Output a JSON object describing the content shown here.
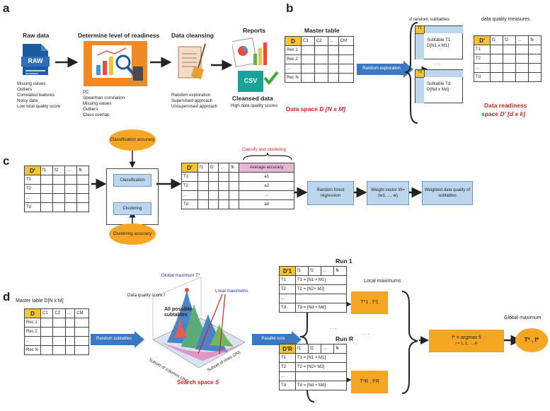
{
  "panels": {
    "a": "a",
    "b": "b",
    "c": "c",
    "d": "d"
  },
  "a": {
    "raw_title": "Raw data",
    "raw_icon_text": "RAW",
    "raw_items": [
      "Missing values",
      "Outliers",
      "Correlated features",
      "Noisy data",
      "Low total quality score"
    ],
    "readiness_title": "Determine level of readiness",
    "readiness_items": [
      "PC",
      "Spearman correlation",
      "Missing values",
      "Outliers",
      "Class overlap"
    ],
    "cleansing_title": "Data cleansing",
    "cleansing_items": [
      "Random exploration",
      "Supervised approach",
      "Unsupervised approach"
    ],
    "reports_title": "Reports",
    "csv_text": "CSV",
    "cleansed_title": "Cleansed data",
    "cleansed_sub": "High data quality scores"
  },
  "b": {
    "master_title": "Master table",
    "master_header": [
      "D",
      "C1",
      "C2",
      "...",
      "CM"
    ],
    "master_rows": [
      "Rec 1",
      "Rec 2",
      "...",
      "Rec N"
    ],
    "dataspace_label": "Data space",
    "dataspace_expr": "D [N x M]",
    "random_exploration": "Random exploration",
    "subtables_title_italic": "d",
    "subtables_title": "random subtables",
    "sub1_tag": "T1",
    "sub1_text": "Subtable T1",
    "sub1_dim": "D[N1 x M1]",
    "subd_tag": "Td",
    "subd_text": "Subtable Td",
    "subd_dim": "D[Nd x Md]",
    "dots": ". . .",
    "quality_title": "data quality measures",
    "quality_header": [
      "D'",
      "f1",
      "f2",
      "...",
      "fk"
    ],
    "quality_rows": [
      "T1",
      "T2",
      "...",
      "Td"
    ],
    "readiness_label1": "Data readiness",
    "readiness_label2": "space",
    "readiness_expr": "D' [d x k]"
  },
  "c": {
    "table_header": [
      "D'",
      "f1",
      "f2",
      "...",
      "fk"
    ],
    "table_rows": [
      "T1",
      "T2",
      "...",
      "Td"
    ],
    "class_acc": "Classification accuracy",
    "classification": "Classification",
    "clustering": "Clustering",
    "clust_acc": "Clustering accuracy",
    "classify_title": "Classify and clustering",
    "acc_header": [
      "D'",
      "f1",
      "f2",
      "...",
      "fk",
      "Average accuracy"
    ],
    "acc_rows": [
      [
        "T1",
        "a1"
      ],
      [
        "T2",
        "a2"
      ],
      [
        "...",
        "..."
      ],
      [
        "Td",
        "ad"
      ]
    ],
    "rf": "Random forest regression",
    "weight": "Weight vector W=(w1, ..., w)",
    "weighted": "Weighted data quality of subtables"
  },
  "d": {
    "master_title": "Master table D[N x M]",
    "master_header": [
      "D",
      "C1",
      "C2",
      "...",
      "CM"
    ],
    "master_rows": [
      "Rec 1",
      "Rec 2",
      "...",
      "Rec N"
    ],
    "random_subtables": "Random subtables",
    "global_max_label": "Global maximum",
    "global_max_sym": "T*",
    "dq_score": "Data quality score",
    "dq_sym": "f",
    "local_max": "Local maximums",
    "all_possible": "All possible subtables",
    "axis_cols": "Subset of columns (2M)",
    "axis_rows": "Subset of rows (2N)",
    "search_space": "Search space",
    "search_sym": "S",
    "parallel_runs": "Parallel runs",
    "run1_title": "Run 1",
    "run1_header": [
      "D'1",
      "f1",
      "f2",
      "...",
      "fk"
    ],
    "run1_rows": [
      [
        "T1",
        "T1 = [N1 × M1]"
      ],
      [
        "T2",
        "T2 = [N2× M2]"
      ],
      [
        "...",
        ""
      ],
      [
        "Td",
        "Td = [Nd × Md]"
      ]
    ],
    "runR_title": "Run R",
    "runR_header": [
      "D'R",
      "f1",
      "f2",
      "...",
      "fk"
    ],
    "runR_rows": [
      [
        "T1",
        "T1 = [N1 × M1]"
      ],
      [
        "T2",
        "T2 = [N2× M2]"
      ],
      [
        "...",
        ""
      ],
      [
        "Td",
        "Td = [Nd × Md]"
      ]
    ],
    "local_max_title": "Local maximums",
    "local1": "T*1 , f*1",
    "localR": "T*R , f*R",
    "argmax1": "f* = argmax fi",
    "argmax2": "i = 1, 2, ..., R",
    "global_max_title": "Global maximum",
    "global_val": "T* , f*",
    "dots": ". . ."
  },
  "colors": {
    "orange": "#f5a623",
    "blue": "#bcd6ee",
    "yellow": "#f5c430",
    "red": "#c62828",
    "arrow": "#4a86c6"
  }
}
